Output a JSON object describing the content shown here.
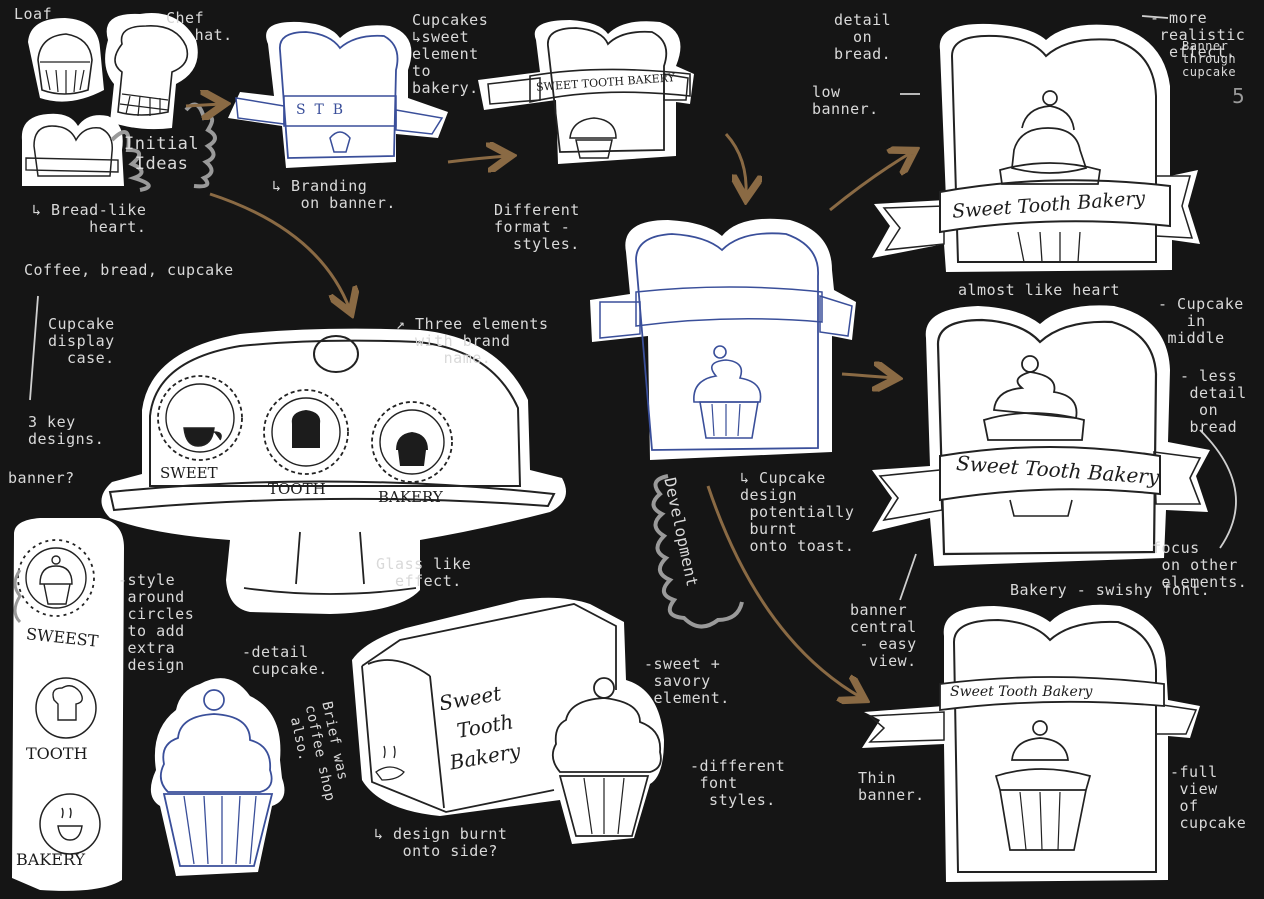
{
  "notes": {
    "loaf": "Loaf",
    "chef_hat": "Chef\n   hat.",
    "initial_ideas": "Initial\n Ideas",
    "bread_heart": "↳ Bread-like\n      heart.",
    "branding": "↳ Branding\n   on banner.",
    "cupcakes": "Cupcakes\n↳sweet\nelement\nto\nbakery.",
    "different_format": "Different\nformat -\n  styles.",
    "detail_bread": "detail\n  on\nbread.",
    "low_banner": "low\nbanner.",
    "more_realistic": "- more\n realistic\n  effect.",
    "banner_through": "Banner\nthrough\ncupcake",
    "almost_heart": "almost like heart",
    "cupcake_middle": "- Cupcake\n   in\n middle",
    "less_detail": "- less\n detail\n  on\n bread",
    "coffee_bread": "Coffee, bread, cupcake",
    "display_case": "Cupcake\ndisplay\n  case.",
    "three_elements": "↗ Three elements\n  with brand\n     name.",
    "three_key": "3 key\ndesigns.",
    "banner_q": "banner?",
    "glass": "Glass like\n  effect.",
    "development": "Development",
    "cupcake_design": "↳ Cupcake\ndesign\n potentially\n burnt\n onto toast.",
    "focus": "focus\n on other\n elements.",
    "bakery_swishy": "Bakery - swishy font.",
    "banner_central": "banner\ncentral\n - easy\n  view.",
    "style_circles": "-style\n around\n circles\n to add\n extra\n design",
    "detail_cupcake": "-detail\n cupcake.",
    "sweet_savory": "-sweet +\n savory\n element.",
    "different_fonts": "-different\n font\n  styles.",
    "brief": "Brief was\ncoffee shop\n also.",
    "burnt_side": "↳ design burnt\n   onto side?",
    "thin_banner": "Thin\nbanner.",
    "full_view": "-full\n view\n of\n cupcake"
  },
  "ink": {
    "stb_initials": "S  T  B",
    "banner_small": "SWEET TOOTH BAKERY",
    "banner_large": "Sweet Tooth Bakery",
    "banner_swirl": "Sweet Tooth Bakery",
    "banner_thin": "Sweet Tooth Bakery",
    "dome_sweet": "SWEET",
    "dome_tooth": "TOOTH",
    "dome_bakery": "BAKERY",
    "strip_sweet": "SWEEST",
    "strip_tooth": "TOOTH",
    "strip_bakery": "BAKERY",
    "loaf_brand": "Sweet\n  Tooth\nBakery"
  },
  "page_number": "5",
  "colors": {
    "background": "#151515",
    "paper": "#ffffff",
    "pencil": "#1c1c1c",
    "blue_pen": "#3a4f9a",
    "arrow": "#8a6a44",
    "chalk": "#d9d9d9"
  }
}
